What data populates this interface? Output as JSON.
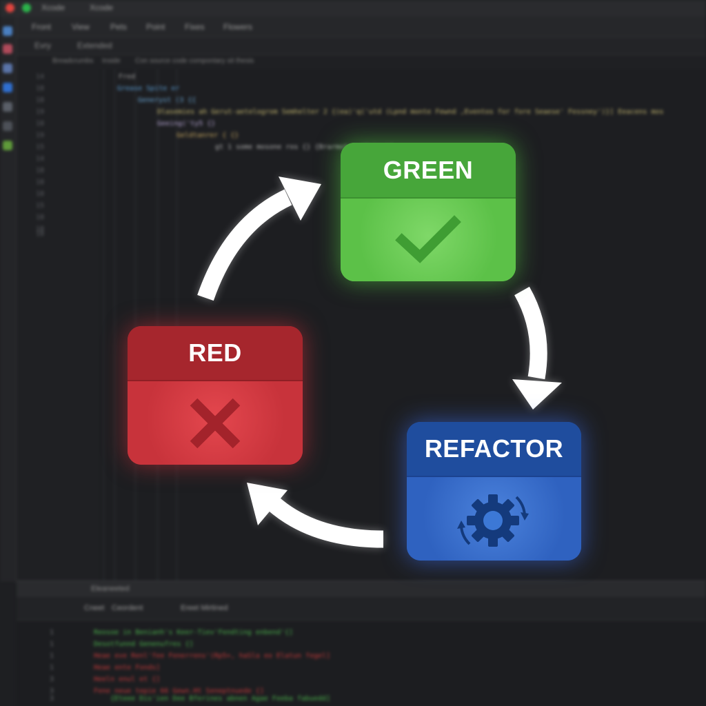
{
  "ide": {
    "title_tabs": [
      "Xcode",
      "Xcode"
    ],
    "menu": [
      "Front",
      "View",
      "Pets",
      "Point",
      "Fixes",
      "Flowers"
    ],
    "toolbar": [
      "Evry",
      "Extended"
    ],
    "breadcrumbs": [
      "Breadcrumbs",
      "Inside",
      "Con source code compontary sit thesis"
    ],
    "line_numbers": [
      "14",
      "18",
      "18",
      "19",
      "18",
      "19",
      "15",
      "14",
      "18",
      "18",
      "18",
      "15",
      "18",
      "18",
      "18"
    ],
    "code_lines": [
      "Fred",
      "Grease Spite er",
      "Generyst (3 {{",
      "Dlasemies ah Gerut-aetelogrom Semhelter 2 {(ea)'q('utd (Lpnd monte Fewnd ,Eventos for fore Seaese' Fessney')}] Eeacens mos",
      "Geeing('ty5 {}",
      "Geldtanrer { {}",
      "gt 1 some mosone ros {}  {Brarmoter      (['ina)]"
    ],
    "panel": {
      "title": "Eleaneeted",
      "toolbar": [
        "Cneet",
        "Ceordent",
        "Ereet Mirtined"
      ]
    },
    "console": {
      "line_numbers": [
        "1",
        "1",
        "1",
        "1",
        "3",
        "3",
        "3"
      ],
      "lines": [
        "Reosoe in Benianh's Keer-Tiev'Fendting enbend'{]",
        "Desotfunnd Genenufres {]",
        "Heae eve Renl'fee Fenerrens'(Rp5+, haSla eo Elatun fegel]",
        "Heae ente Fonds]",
        "Heeln enul et {]",
        "Fene neue tepie 66 Gewn.Ht Seneptnuede {]",
        "{Eteee Dis'ien Dee Bferines abnen Agae Feeba fabuedd]"
      ]
    }
  },
  "cycle": {
    "green": {
      "label": "GREEN",
      "icon": "checkmark-icon",
      "color": "#5fc24a"
    },
    "red": {
      "label": "RED",
      "icon": "cross-icon",
      "color": "#c9323c"
    },
    "refactor": {
      "label": "REFACTOR",
      "icon": "gear-refresh-icon",
      "color": "#2f62c0"
    }
  }
}
